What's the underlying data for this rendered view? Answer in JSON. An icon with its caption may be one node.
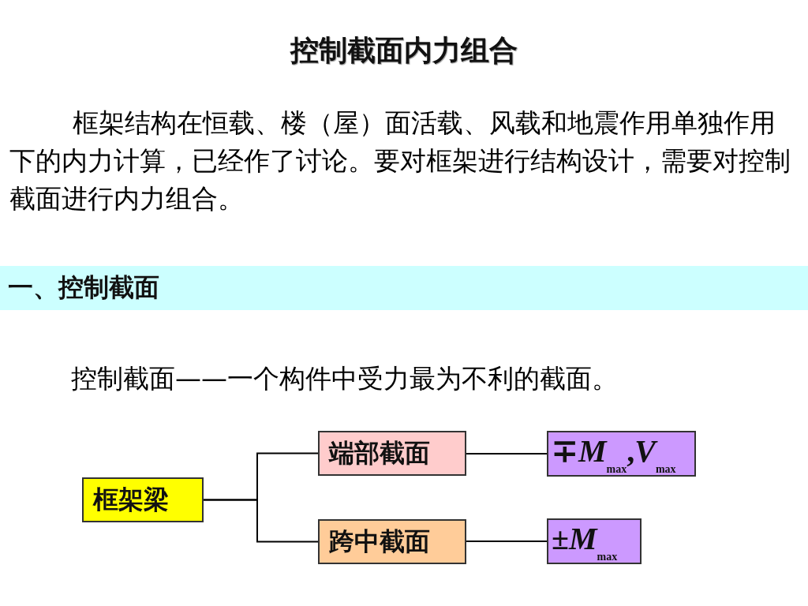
{
  "diagram": {
    "title": "控制截面内力组合",
    "nodes": [
      {
        "text": [
          "一、控制截面"
        ]
      },
      {
        "text": [
          "框架梁"
        ]
      },
      {
        "text": [
          "端部截面"
        ]
      },
      {
        "text": [
          "跨中截面"
        ]
      },
      {
        "text": [
          "∓*M*$_{max}$,*V*$_{max}$"
        ]
      },
      {
        "text": [
          "±*M*$_{max}$"
        ]
      }
    ],
    "edges": [
      {
        "from": 1,
        "to": 2,
        "arrow": "none"
      },
      {
        "from": 1,
        "to": 3,
        "arrow": "none"
      },
      {
        "from": 2,
        "to": 4,
        "arrow": "none"
      },
      {
        "from": 3,
        "to": 5,
        "arrow": "none"
      }
    ],
    "labels": [
      "框架结构在恒载、楼（屋）面活载、风载和地震作用单独作用下的内力计算，已经作了讨论。要对框架进行结构设计，需要对控制截面进行内力组合。",
      "控制截面——一个构件中受力最为不利的截面。"
    ]
  }
}
